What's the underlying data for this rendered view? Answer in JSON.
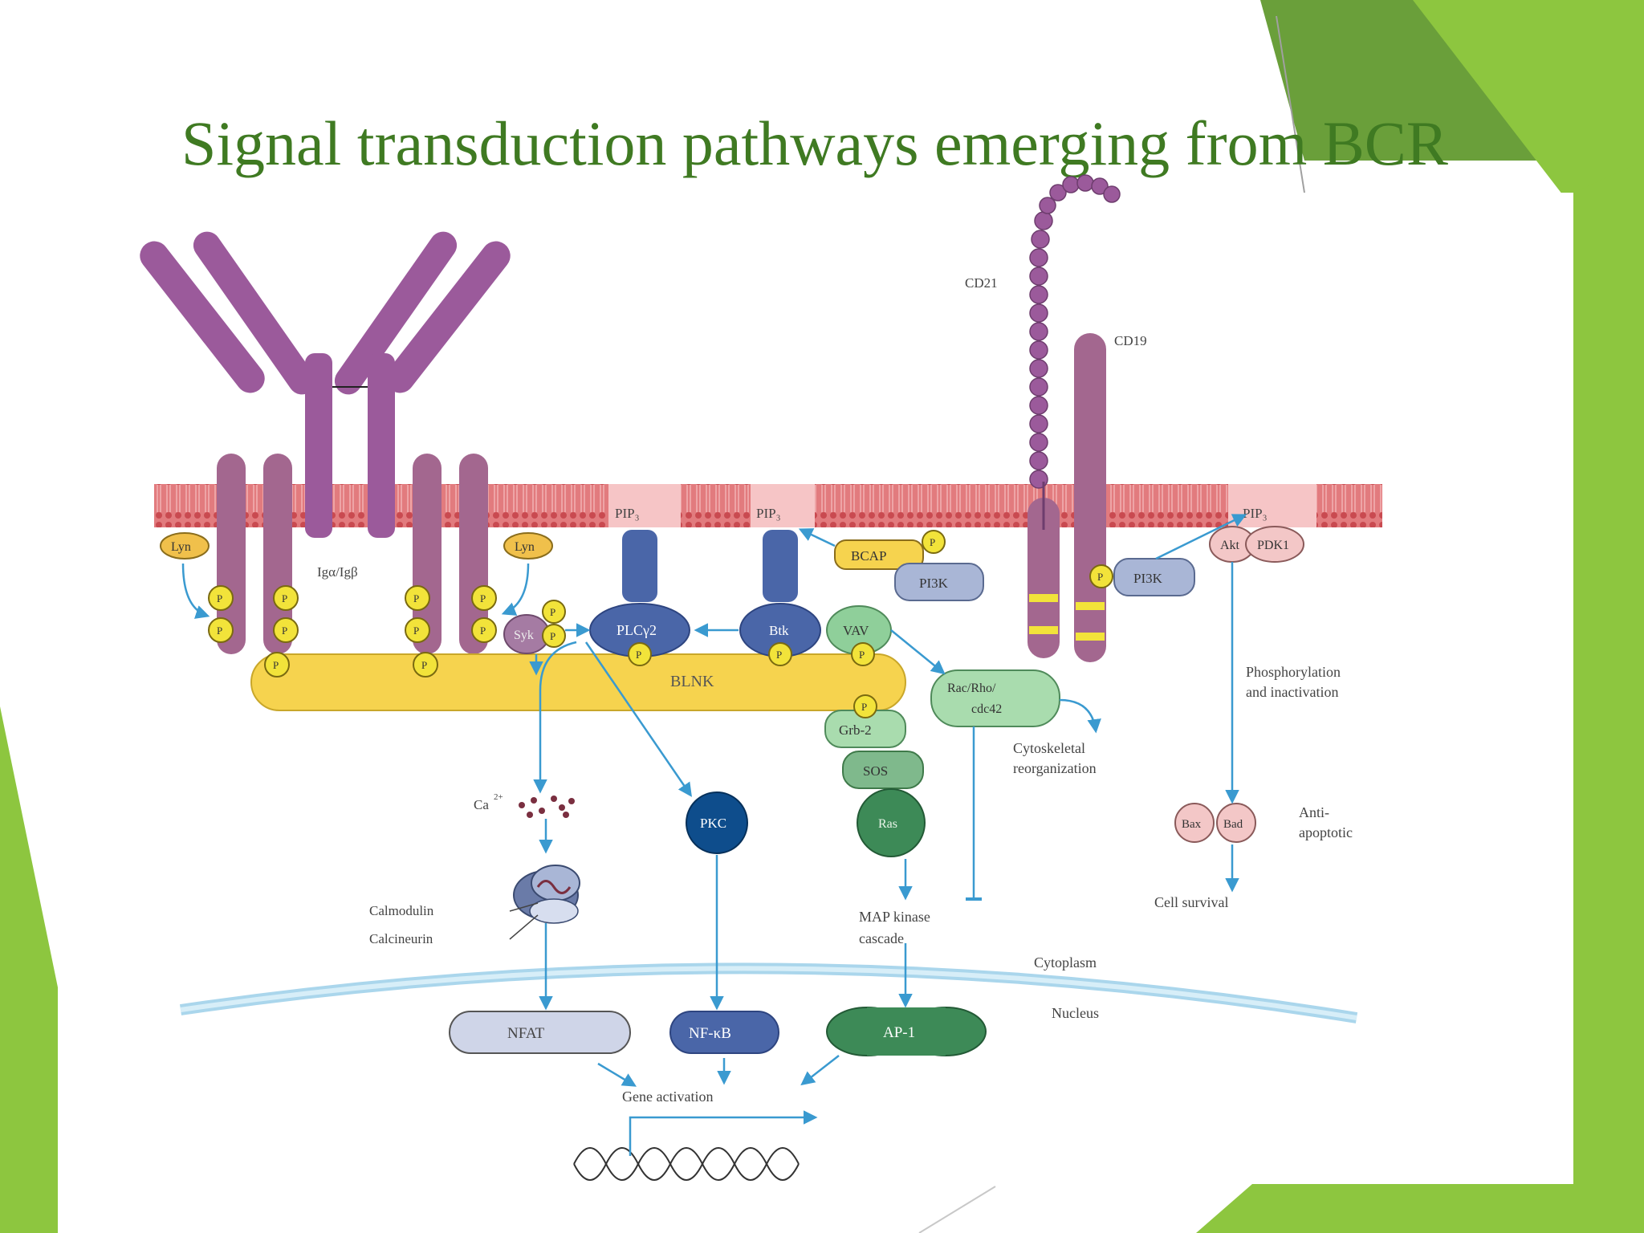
{
  "slide": {
    "title": "Signal transduction pathways emerging from BCR",
    "accent_color": "#8dc63f",
    "accent_dark": "#6a9f3a",
    "title_color": "#3f7a22"
  },
  "diagram": {
    "membrane_labels": {
      "pip3_1": "PIP₃",
      "pip3_2": "PIP₃",
      "pip3_3": "PIP₃"
    },
    "receptors": {
      "iga_igb": "Igα/Igβ",
      "cd21": "CD21",
      "cd19": "CD19"
    },
    "proteins": {
      "lyn_left": "Lyn",
      "lyn_right": "Lyn",
      "syk": "Syk",
      "plcg2": "PLCγ2",
      "btk": "Btk",
      "vav": "VAV",
      "bcap": "BCAP",
      "pi3k_1": "PI3K",
      "pi3k_2": "PI3K",
      "akt": "Akt",
      "pdk1": "PDK1",
      "blnk": "BLNK",
      "rac": "Rac/Rho/",
      "cdc42": "cdc42",
      "grb2": "Grb-2",
      "sos": "SOS",
      "ras": "Ras",
      "pkc": "PKC",
      "bax": "Bax",
      "bad": "Bad",
      "nfat": "NFAT",
      "nfkb": "NF-κB",
      "ap1": "AP-1",
      "phospho": "P"
    },
    "labels": {
      "ca": "Ca",
      "ca_sup": "2+",
      "calmodulin": "Calmodulin",
      "calcineurin": "Calcineurin",
      "cyto1": "Cytoskeletal",
      "cyto2": "reorganization",
      "map1": "MAP kinase",
      "map2": "cascade",
      "phos1": "Phosphorylation",
      "phos2": "and inactivation",
      "anti1": "Anti-",
      "anti2": "apoptotic",
      "survival": "Cell survival",
      "cytoplasm": "Cytoplasm",
      "nucleus": "Nucleus",
      "gene": "Gene activation"
    }
  }
}
